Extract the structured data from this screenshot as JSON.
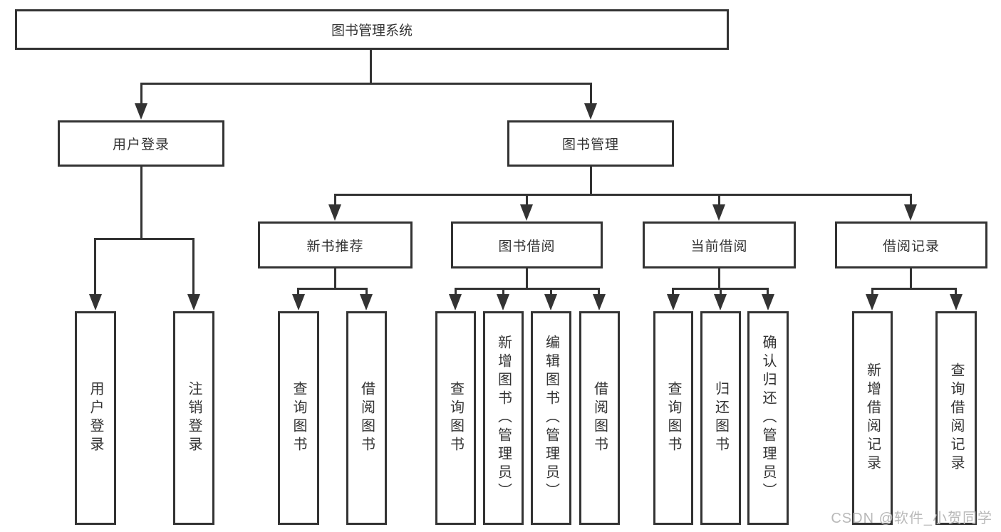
{
  "diagram_type": "hierarchy-tree",
  "colors": {
    "line": "#333333",
    "text": "#333333",
    "box_bg": "#ffffff",
    "watermark": "#b9b9b9"
  },
  "tree": {
    "label": "图书管理系统",
    "children": [
      {
        "label": "用户登录",
        "children": [
          {
            "label": "用户登录"
          },
          {
            "label": "注销登录"
          }
        ]
      },
      {
        "label": "图书管理",
        "children": [
          {
            "label": "新书推荐",
            "children": [
              {
                "label": "查询图书"
              },
              {
                "label": "借阅图书"
              }
            ]
          },
          {
            "label": "图书借阅",
            "children": [
              {
                "label": "查询图书"
              },
              {
                "label": "新增图书（管理员）"
              },
              {
                "label": "编辑图书（管理员）"
              },
              {
                "label": "借阅图书"
              }
            ]
          },
          {
            "label": "当前借阅",
            "children": [
              {
                "label": "查询图书"
              },
              {
                "label": "归还图书"
              },
              {
                "label": "确认归还（管理员）"
              }
            ]
          },
          {
            "label": "借阅记录",
            "children": [
              {
                "label": "新增借阅记录"
              },
              {
                "label": "查询借阅记录"
              }
            ]
          }
        ]
      }
    ]
  },
  "watermark": "CSDN @软件_小贺同学"
}
